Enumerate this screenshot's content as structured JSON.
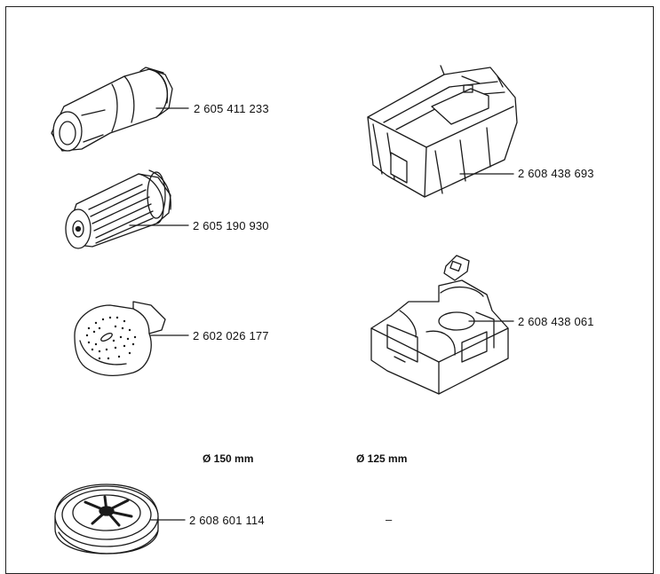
{
  "parts": {
    "dust_nozzle": "2 605 411 233",
    "filter_cartridge": "2 605 190 930",
    "micro_filter": "2 602 026 177",
    "l_boxx": "2 608 438 693",
    "l_boxx_insert": "2 608 438 061",
    "sanding_pad": "2 608 601 114"
  },
  "size_table": {
    "col_150": "Ø 150 mm",
    "col_125": "Ø 125 mm",
    "pad_125_value": "–"
  }
}
